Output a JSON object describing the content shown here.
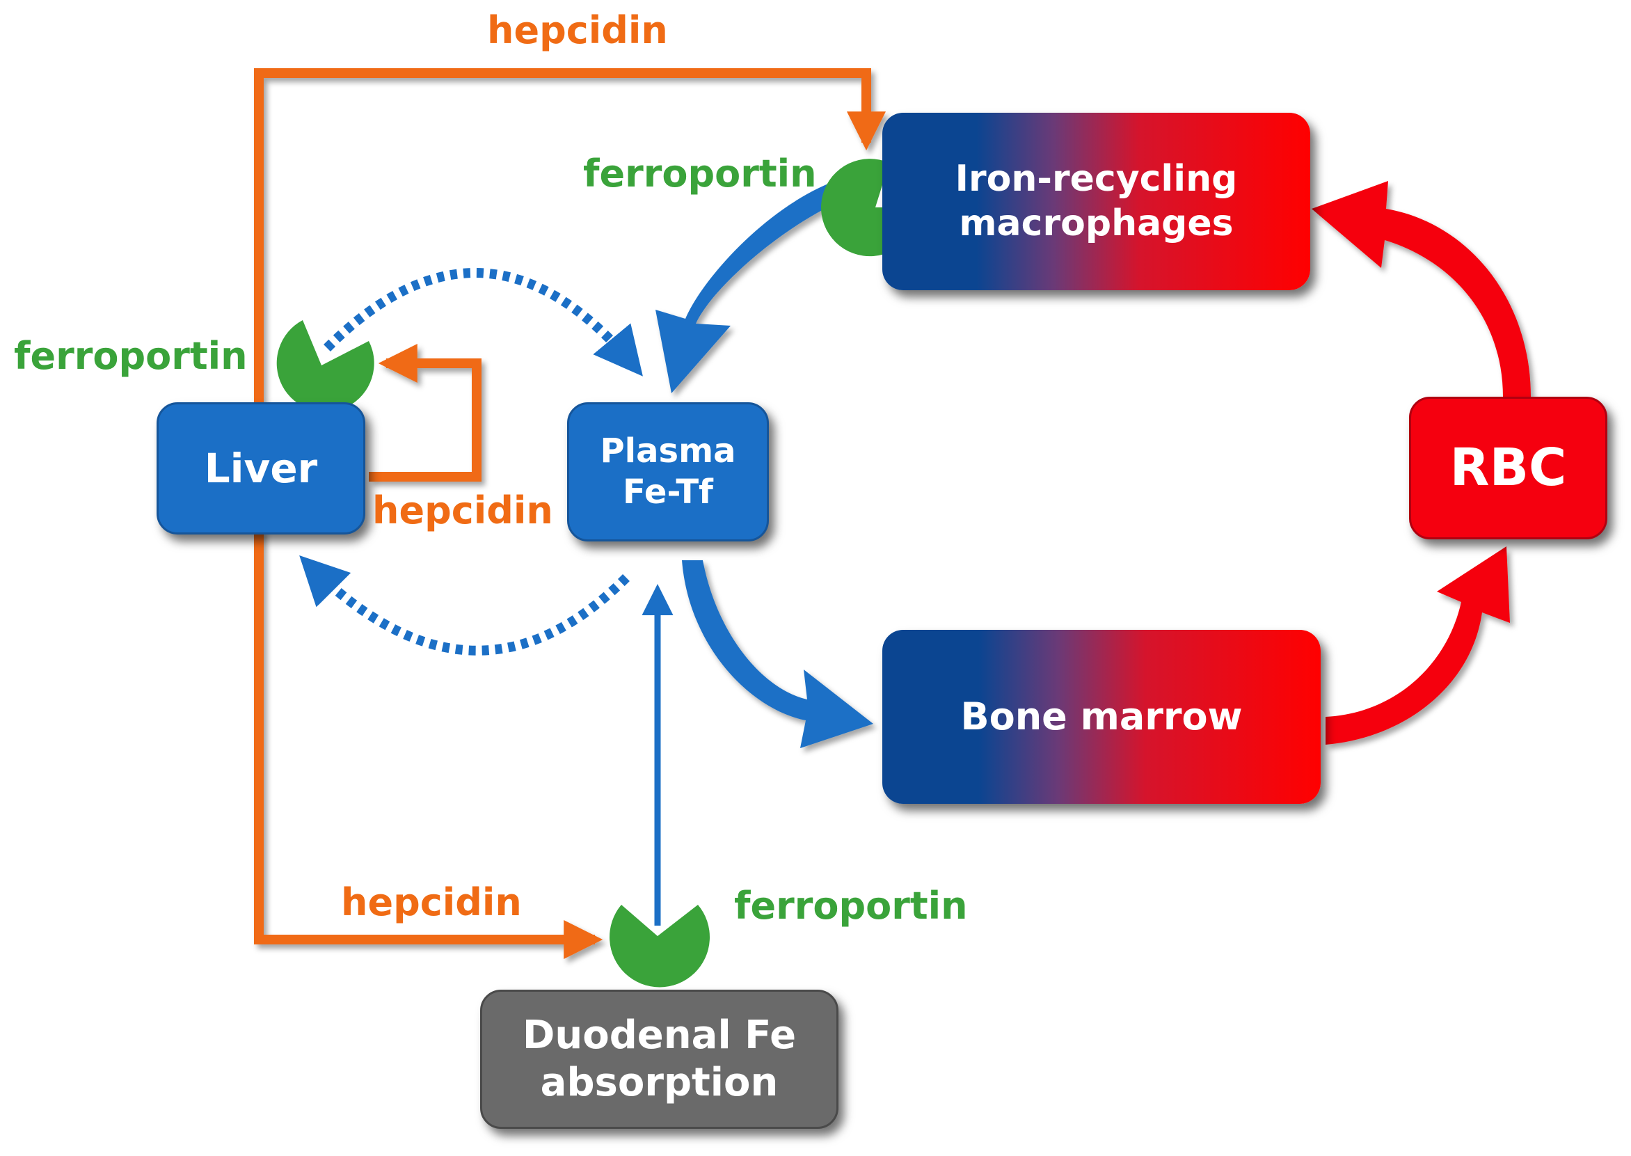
{
  "colors": {
    "orange": "#f06b14",
    "blue": "#1b6fc6",
    "dark_blue": "#0b4591",
    "red": "#f5000f",
    "green": "#3aa33a",
    "grey": "#6a6a6a"
  },
  "nodes": {
    "liver": "Liver",
    "plasma": {
      "line1": "Plasma",
      "line2": "Fe-Tf"
    },
    "macrophages": {
      "line1": "Iron-recycling",
      "line2": "macrophages"
    },
    "rbc": "RBC",
    "bone_marrow": "Bone marrow",
    "duodenal": {
      "line1": "Duodenal Fe",
      "line2": "absorption"
    }
  },
  "labels": {
    "hepcidin_top": "hepcidin",
    "hepcidin_liver": "hepcidin",
    "hepcidin_bottom": "hepcidin",
    "ferroportin_macrophage": "ferroportin",
    "ferroportin_liver": "ferroportin",
    "ferroportin_duodenal": "ferroportin"
  }
}
